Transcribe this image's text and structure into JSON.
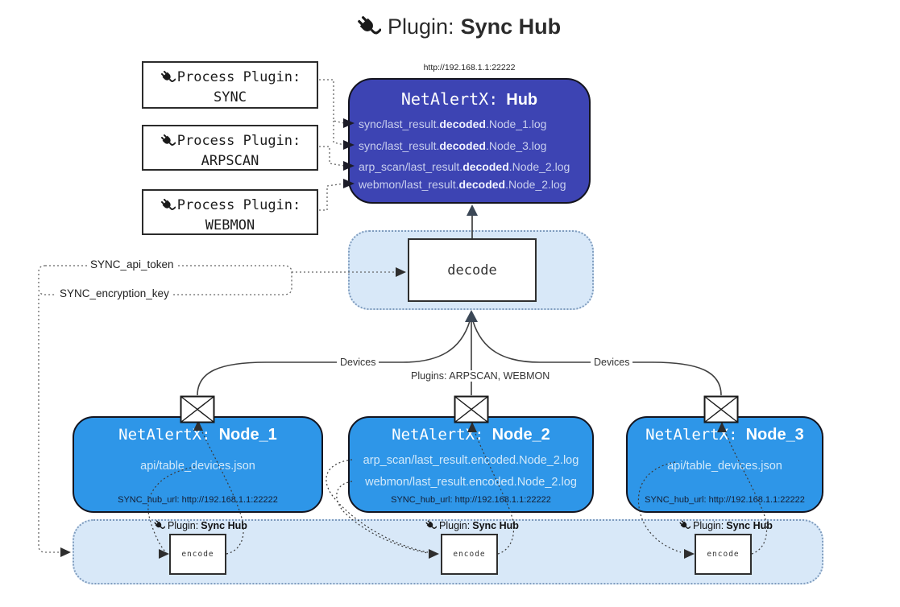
{
  "title": {
    "prefix": "Plugin:",
    "name": "Sync Hub"
  },
  "process_plugins": [
    {
      "label": "Process Plugin:",
      "name": "SYNC"
    },
    {
      "label": "Process Plugin:",
      "name": "ARPSCAN"
    },
    {
      "label": "Process Plugin:",
      "name": "WEBMON"
    }
  ],
  "hub": {
    "url": "http://192.168.1.1:22222",
    "name_prefix": "NetAlertX:",
    "name": "Hub",
    "log_lines": [
      {
        "pre": "sync/last_result.",
        "bold": "decoded",
        "post": ".Node_1.log"
      },
      {
        "pre": "sync/last_result.",
        "bold": "decoded",
        "post": ".Node_3.log"
      },
      {
        "pre": "arp_scan/last_result.",
        "bold": "decoded",
        "post": ".Node_2.log"
      },
      {
        "pre": "webmon/last_result.",
        "bold": "decoded",
        "post": ".Node_2.log"
      }
    ]
  },
  "decode_box": {
    "label": "decode"
  },
  "secrets": {
    "api_token": "SYNC_api_token",
    "encryption_key": "SYNC_encryption_key"
  },
  "edge_labels": {
    "devices_left": "Devices",
    "devices_right": "Devices",
    "plugins": "Plugins: ARPSCAN, WEBMON"
  },
  "nodes": [
    {
      "name_prefix": "NetAlertX:",
      "name": "Node_1",
      "lines": [
        "api/table_devices.json"
      ],
      "hub_url": "SYNC_hub_url: http://192.168.1.1:22222"
    },
    {
      "name_prefix": "NetAlertX:",
      "name": "Node_2",
      "lines": [
        "arp_scan/last_result.encoded.Node_2.log",
        "webmon/last_result.encoded.Node_2.log"
      ],
      "hub_url": "SYNC_hub_url: http://192.168.1.1:22222"
    },
    {
      "name_prefix": "NetAlertX:",
      "name": "Node_3",
      "lines": [
        "api/table_devices.json"
      ],
      "hub_url": "SYNC_hub_url: http://192.168.1.1:22222"
    }
  ],
  "encoders": [
    {
      "label_prefix": "Plugin:",
      "label_name": "Sync Hub",
      "box_label": "encode"
    },
    {
      "label_prefix": "Plugin:",
      "label_name": "Sync Hub",
      "box_label": "encode"
    },
    {
      "label_prefix": "Plugin:",
      "label_name": "Sync Hub",
      "box_label": "encode"
    }
  ],
  "colors": {
    "hub_fill": "#3d44b3",
    "node_fill": "#2e96e8",
    "container_fill": "#d8e8f8",
    "container_border": "#7f9cbe",
    "arrow_dark": "#3b4756"
  }
}
